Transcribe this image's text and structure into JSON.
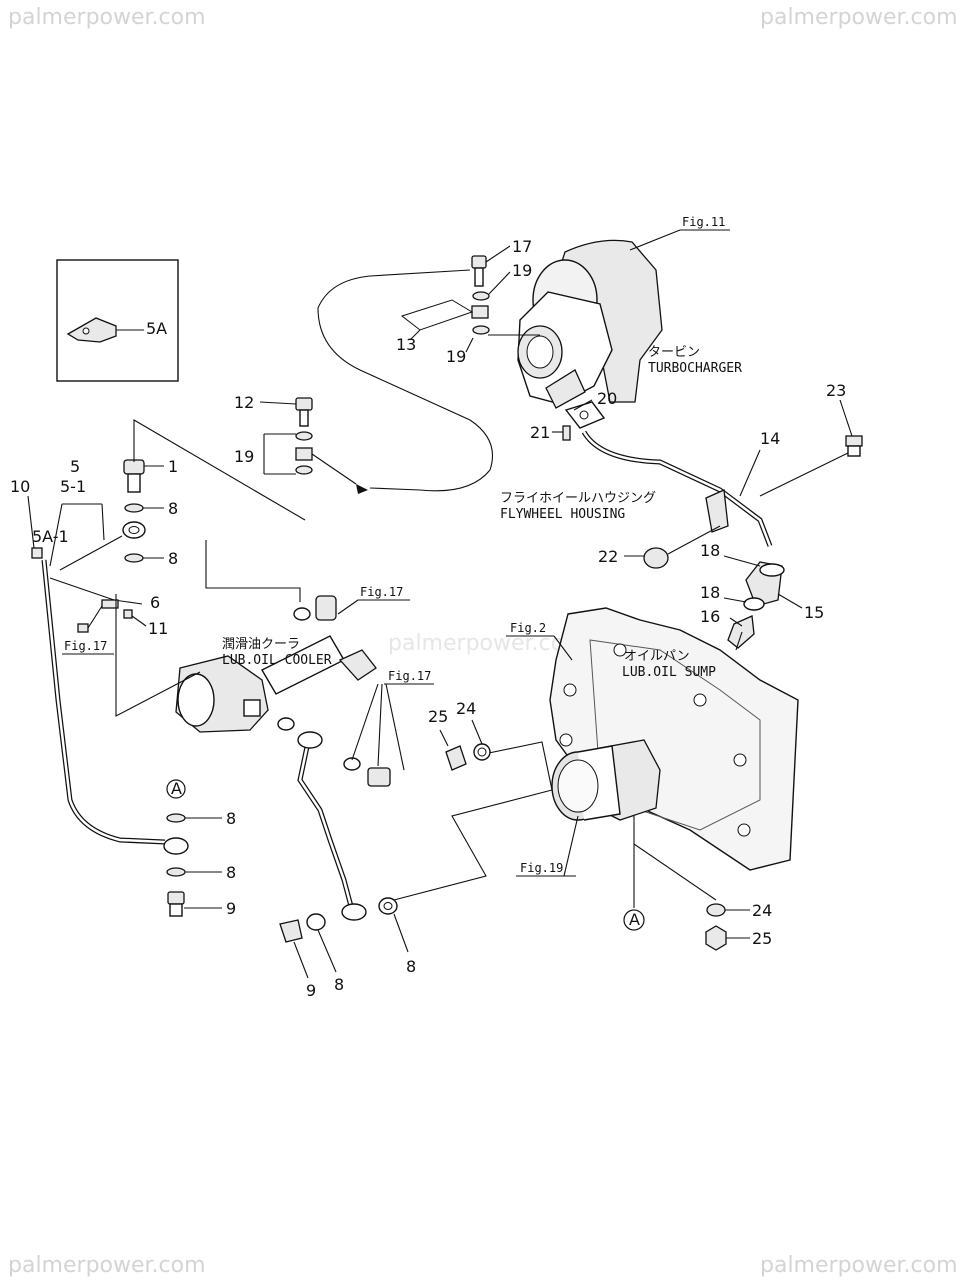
{
  "watermark": {
    "text": "palmerpower.com"
  },
  "figure_refs": {
    "turbo": "Fig.11",
    "cooler": "Fig.17",
    "cooler_plug": "Fig.17",
    "left_pipe": "Fig.17",
    "sump": "Fig.2",
    "filter": "Fig.19"
  },
  "component_labels": {
    "turbo_jp": "タービン",
    "turbo_en": "TURBOCHARGER",
    "flywheel_jp": "フライホイールハウジング",
    "flywheel_en": "FLYWHEEL HOUSING",
    "cooler_jp": "潤滑油クーラ",
    "cooler_en": "LUB.OIL COOLER",
    "sump_jp": "オイルパン",
    "sump_en": "LUB.OIL SUMP"
  },
  "inset": {
    "part": "5A"
  },
  "part_numbers": {
    "p17": "17",
    "p19a": "19",
    "p13": "13",
    "p19b": "19",
    "p20": "20",
    "p21": "21",
    "p12": "12",
    "p19c": "19",
    "p1": "1",
    "p8a": "8",
    "p8b": "8",
    "p10": "10",
    "p5": "5",
    "p5_1": "5-1",
    "p5a_1": "5A-1",
    "p6": "6",
    "p11": "11",
    "p23": "23",
    "p14": "14",
    "p22": "22",
    "p18a": "18",
    "p18b": "18",
    "p15": "15",
    "p16": "16",
    "p25a": "25",
    "p24a": "24",
    "p8c": "8",
    "p8d": "8",
    "p9a": "9",
    "p9b": "9",
    "p8e": "8",
    "p8f": "8",
    "p24b": "24",
    "p25b": "25"
  },
  "connectors": {
    "a_top": "A",
    "a_bottom": "A"
  }
}
